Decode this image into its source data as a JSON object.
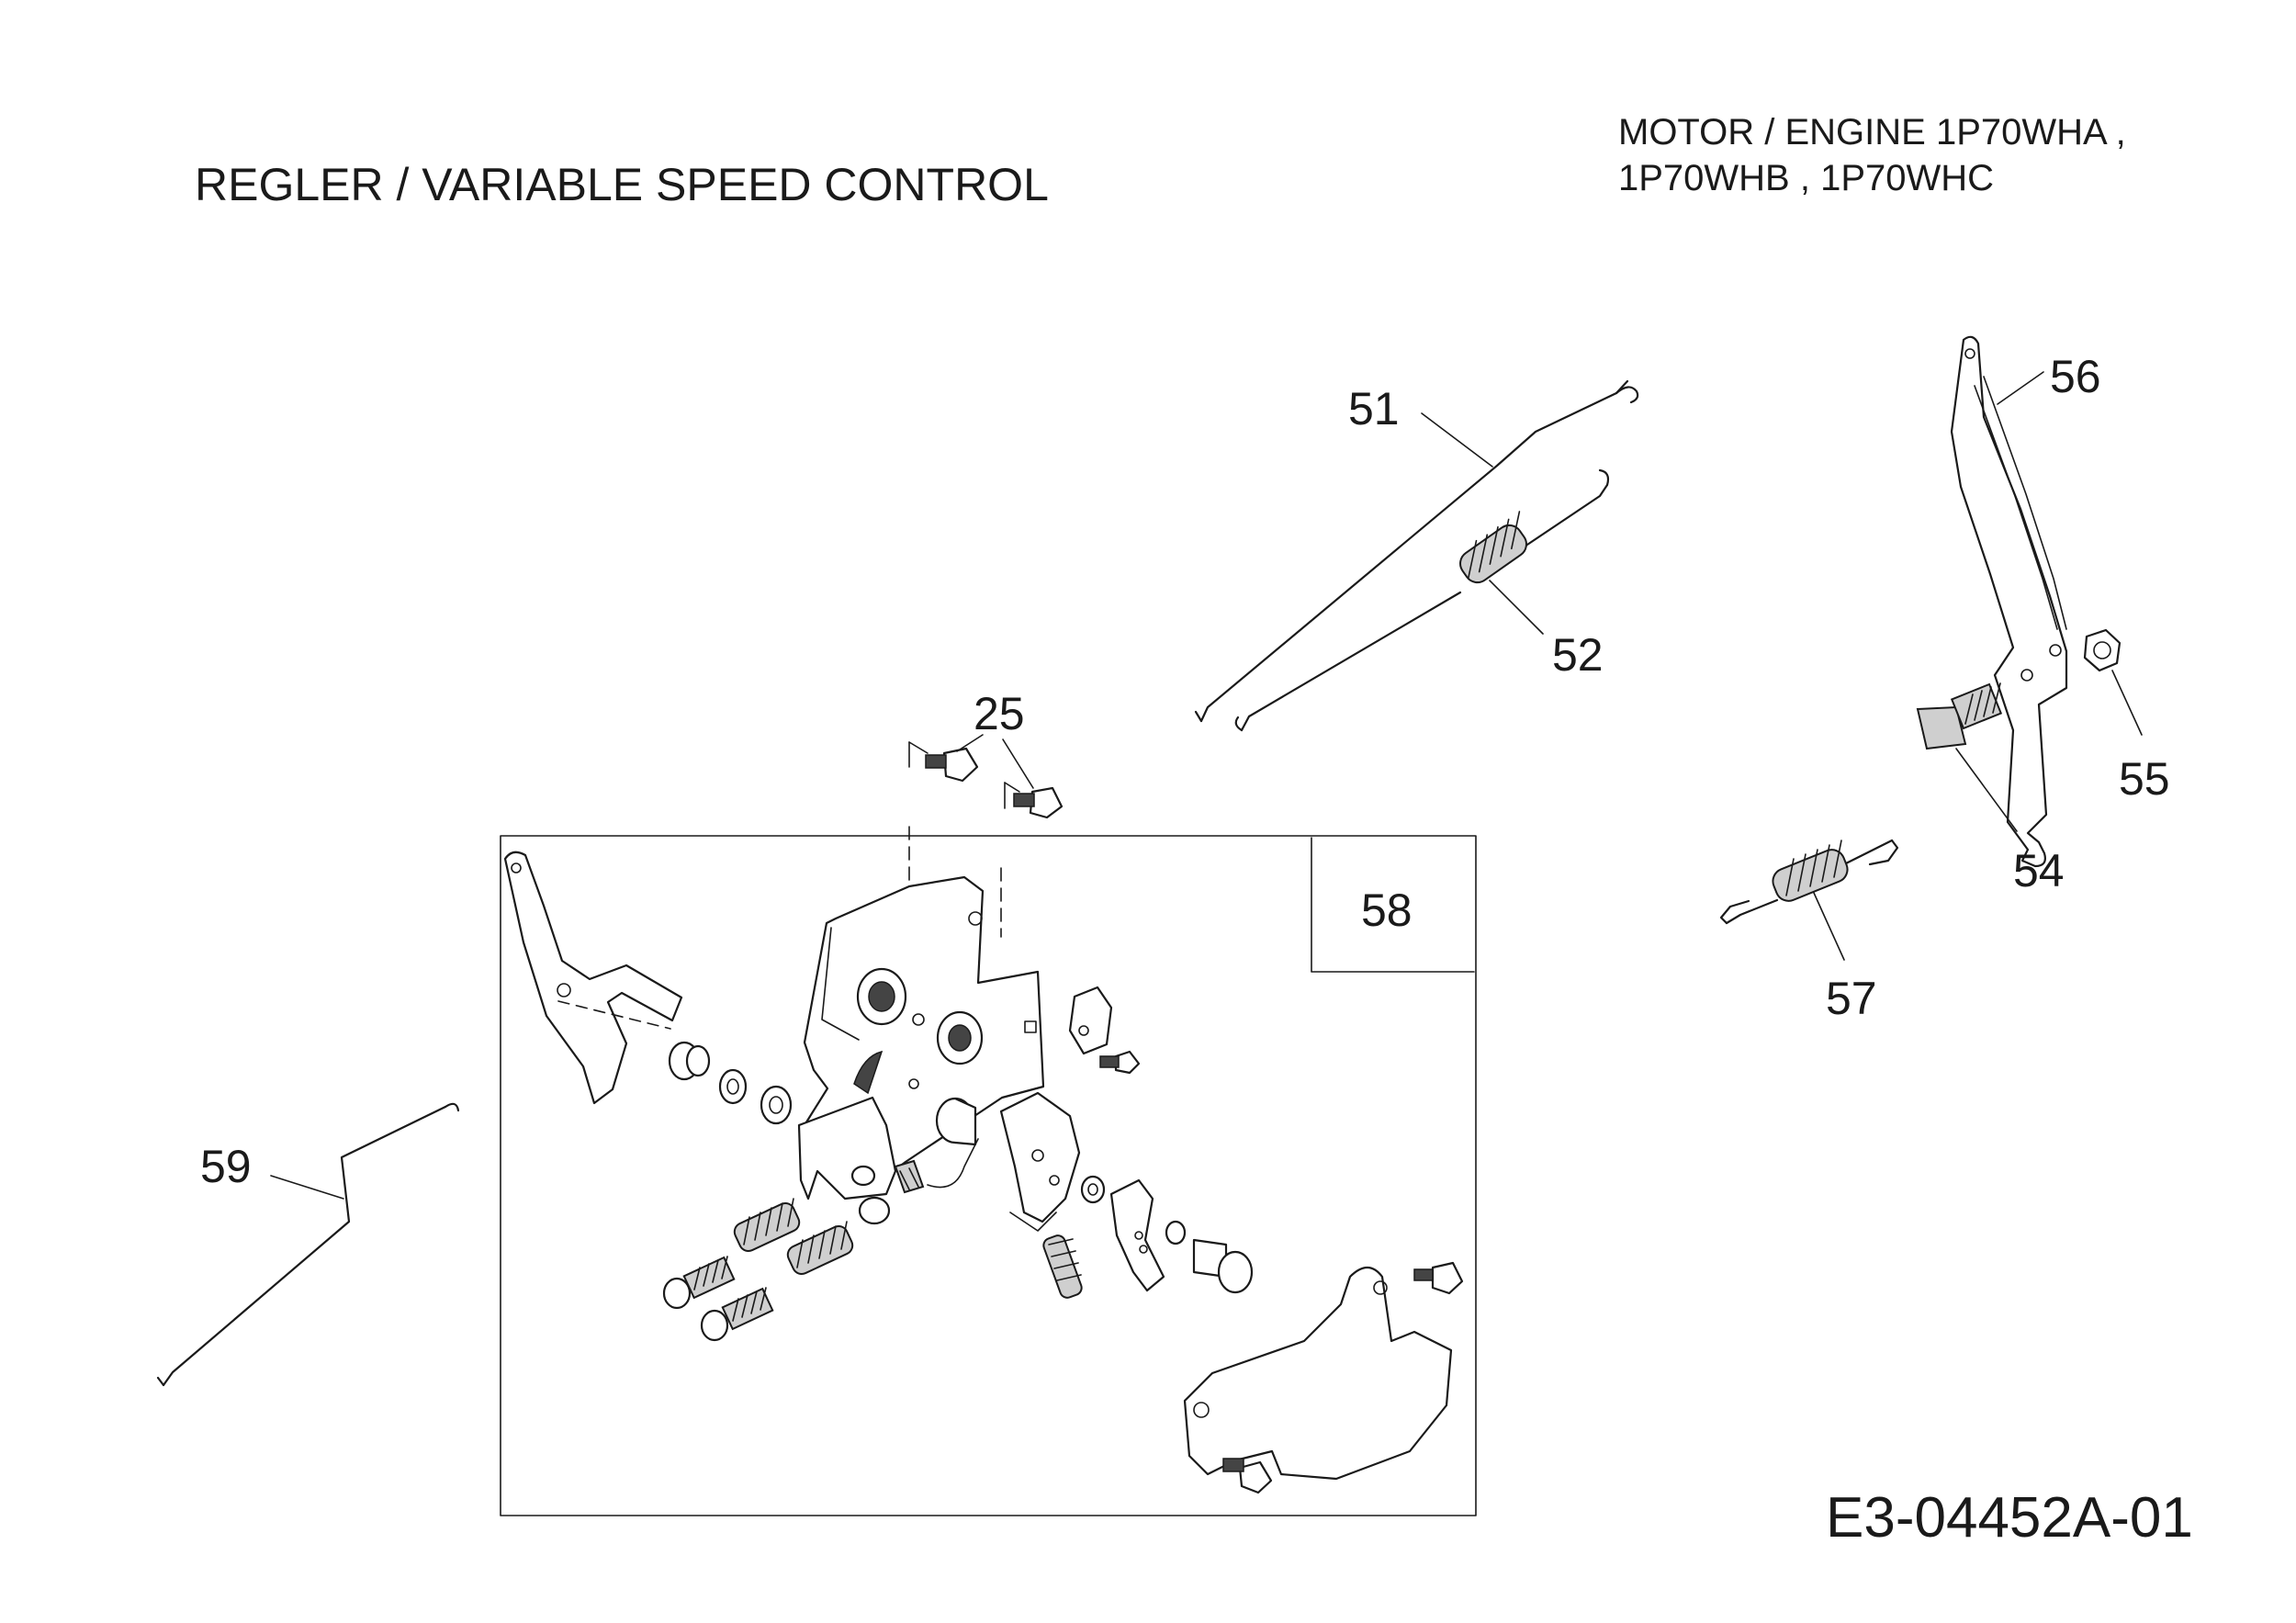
{
  "header": {
    "title": "REGLER / VARIABLE SPEED CONTROL",
    "engine_line1": "MOTOR / ENGINE  1P70WHA ,",
    "engine_line2": "1P70WHB ,  1P70WHC"
  },
  "footer": {
    "document_number": "E3-04452A-01"
  },
  "callouts": {
    "c25": "25",
    "c51": "51",
    "c52": "52",
    "c54": "54",
    "c55": "55",
    "c56": "56",
    "c57": "57",
    "c58": "58",
    "c59": "59"
  }
}
